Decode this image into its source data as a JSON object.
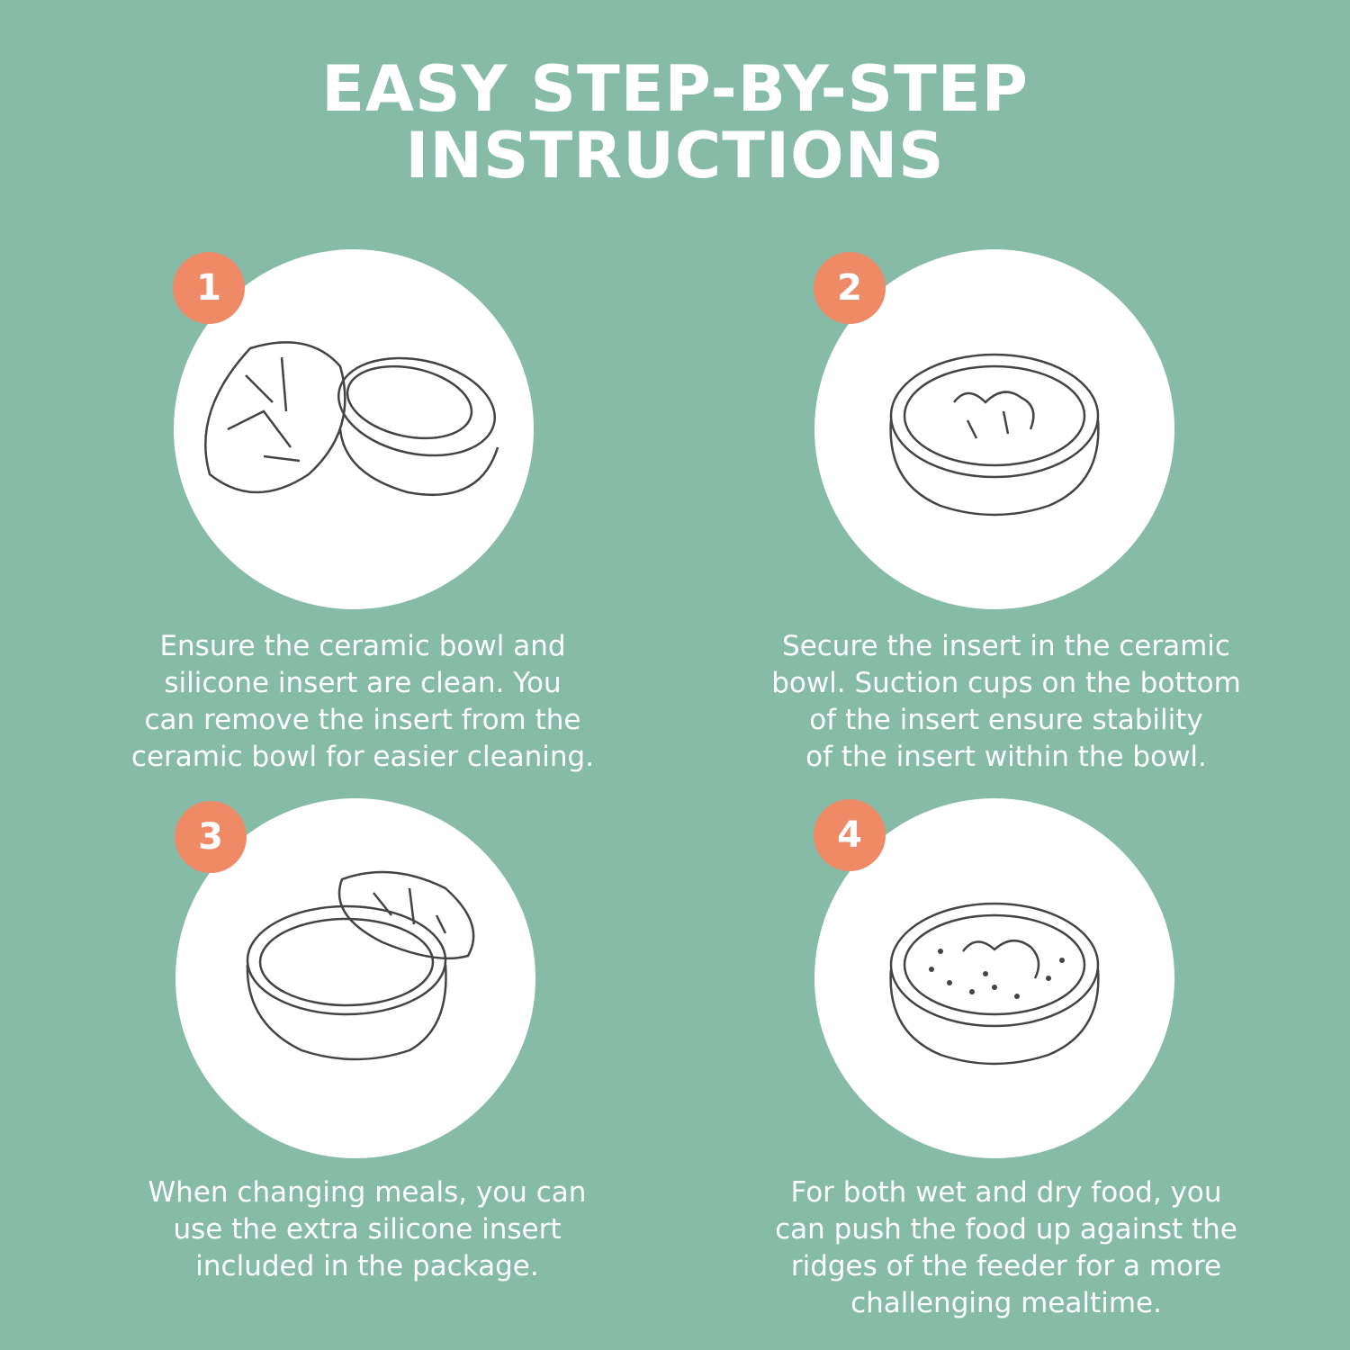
{
  "title": {
    "line1": "EASY STEP-BY-STEP",
    "line2": "INSTRUCTIONS"
  },
  "colors": {
    "background": "#86bba7",
    "badge": "#ee8a66",
    "circle": "#ffffff"
  },
  "steps": [
    {
      "number": "1",
      "icon": "bowl-with-insert-removed-icon",
      "lines": [
        "Ensure the ceramic bowl and",
        "silicone insert are clean. You",
        "can remove the insert from the",
        "ceramic bowl for easier cleaning."
      ]
    },
    {
      "number": "2",
      "icon": "bowl-with-insert-secured-icon",
      "lines": [
        "Secure the insert in the ceramic",
        "bowl. Suction cups on the bottom",
        "of the insert ensure stability",
        "of the insert within the bowl."
      ]
    },
    {
      "number": "3",
      "icon": "bowl-with-extra-insert-icon",
      "lines": [
        "When changing meals, you can",
        "use the extra silicone insert",
        "included in the package."
      ]
    },
    {
      "number": "4",
      "icon": "bowl-with-food-icon",
      "lines": [
        "For both wet and dry food, you",
        "can push the food up against the",
        "ridges of the feeder for a more",
        "challenging mealtime."
      ]
    }
  ]
}
